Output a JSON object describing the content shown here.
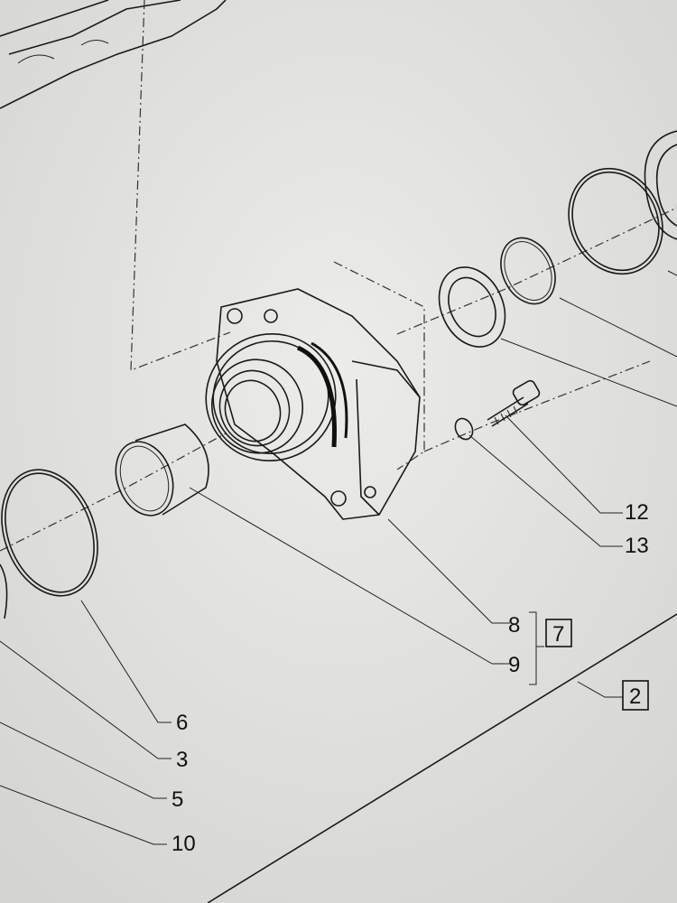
{
  "diagram": {
    "type": "exploded parts diagram",
    "callouts": {
      "c12": "12",
      "c13": "13",
      "c8": "8",
      "c9": "9",
      "c7": "7",
      "c2": "2",
      "c6": "6",
      "c3": "3",
      "c5": "5",
      "c10": "10"
    }
  }
}
